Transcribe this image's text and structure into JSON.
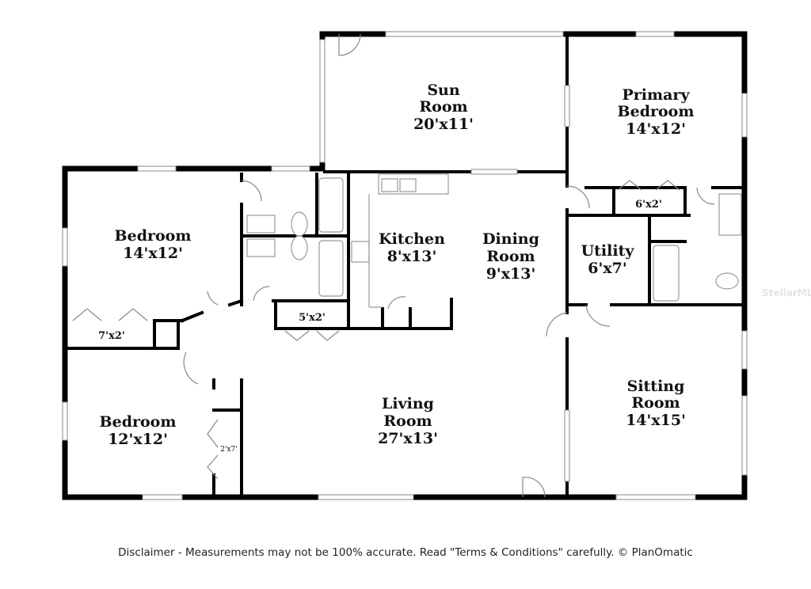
{
  "rooms": {
    "sun": {
      "name1": "Sun",
      "name2": "Room",
      "size": "20'x11'"
    },
    "primary": {
      "name1": "Primary",
      "name2": "Bedroom",
      "size": "14'x12'"
    },
    "bedroom1": {
      "name": "Bedroom",
      "size": "14'x12'"
    },
    "kitchen": {
      "name": "Kitchen",
      "size": "8'x13'"
    },
    "dining": {
      "name1": "Dining",
      "name2": "Room",
      "size": "9'x13'"
    },
    "utility": {
      "name": "Utility",
      "size": "6'x7'"
    },
    "bedroom2": {
      "name": "Bedroom",
      "size": "12'x12'"
    },
    "living": {
      "name1": "Living",
      "name2": "Room",
      "size": "27'x13'"
    },
    "sitting": {
      "name1": "Sitting",
      "name2": "Room",
      "size": "14'x15'"
    }
  },
  "closets": {
    "c1": "6'x2'",
    "c2": "7'x2'",
    "c3": "5'x2'",
    "c4": "2'x7'"
  },
  "watermark": "StellarMLS",
  "disclaimer": "Disclaimer - Measurements may not be 100% accurate. Read \"Terms & Conditions\" carefully. © PlanOmatic"
}
